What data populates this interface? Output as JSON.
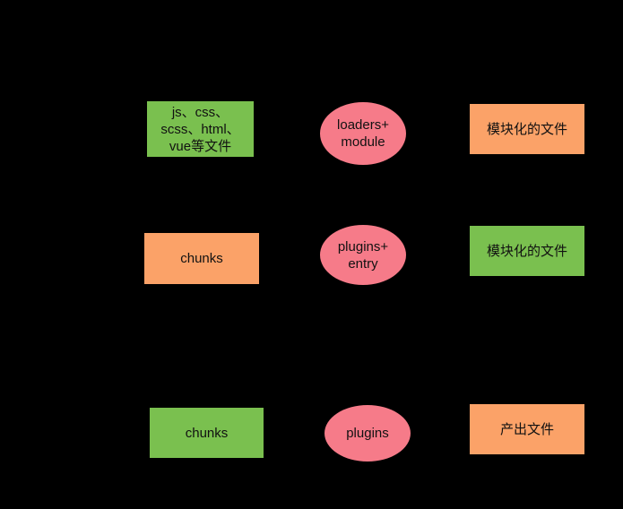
{
  "colors": {
    "background": "#000000",
    "green": "#7ac04f",
    "orange": "#fba268",
    "pink": "#f67b89"
  },
  "rows": [
    {
      "input": {
        "text": "js、css、\nscss、html、\nvue等文件",
        "color": "green"
      },
      "process": {
        "text": "loaders+\nmodule",
        "color": "pink"
      },
      "output": {
        "text": "模块化的文件",
        "color": "orange"
      }
    },
    {
      "input": {
        "text": "chunks",
        "color": "orange"
      },
      "process": {
        "text": "plugins+\nentry",
        "color": "pink"
      },
      "output": {
        "text": "模块化的文件",
        "color": "green"
      }
    },
    {
      "input": {
        "text": "chunks",
        "color": "green"
      },
      "process": {
        "text": "plugins",
        "color": "pink"
      },
      "output": {
        "text": "产出文件",
        "color": "orange"
      }
    }
  ]
}
